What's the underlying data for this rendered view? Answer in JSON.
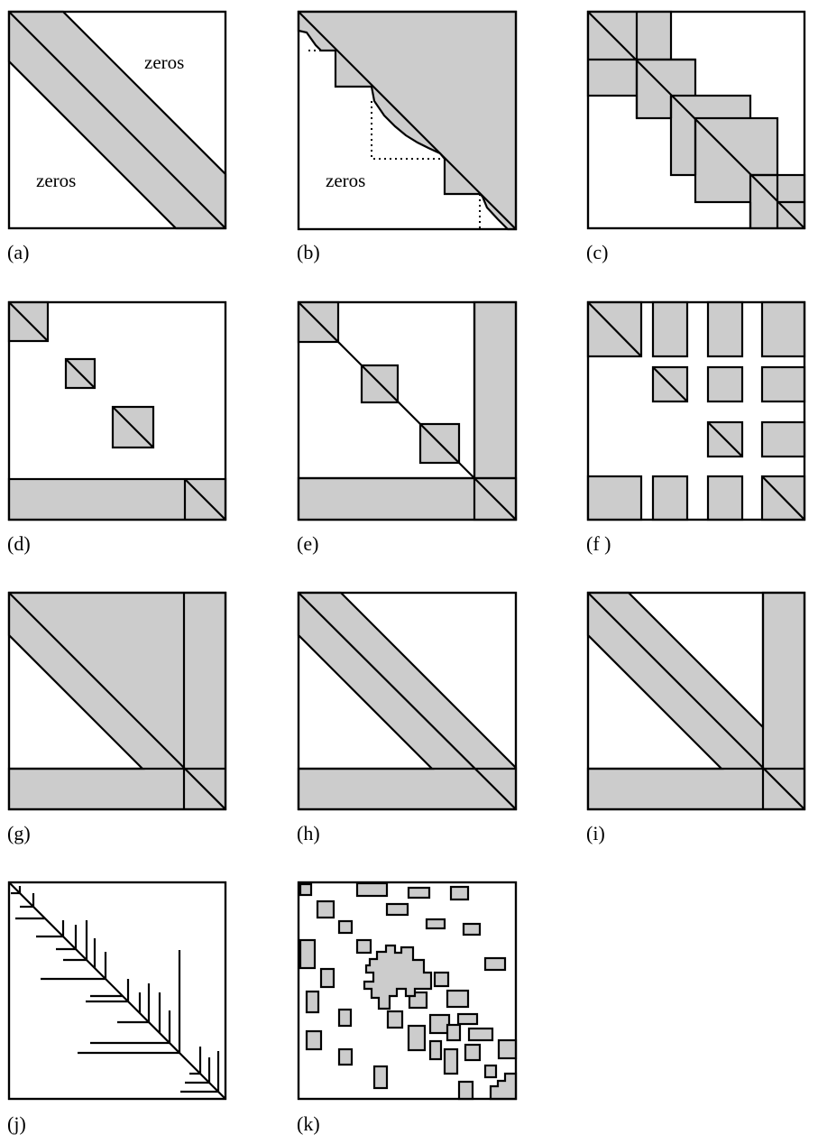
{
  "panels": [
    {
      "id": "a",
      "caption": "(a)",
      "labels": [
        "zeros",
        "zeros"
      ]
    },
    {
      "id": "b",
      "caption": "(b)",
      "labels": [
        "zeros"
      ]
    },
    {
      "id": "c",
      "caption": "(c)"
    },
    {
      "id": "d",
      "caption": "(d)"
    },
    {
      "id": "e",
      "caption": "(e)"
    },
    {
      "id": "f",
      "caption": "(f )"
    },
    {
      "id": "g",
      "caption": "(g)"
    },
    {
      "id": "h",
      "caption": "(h)"
    },
    {
      "id": "i",
      "caption": "(i)"
    },
    {
      "id": "j",
      "caption": "(j)"
    },
    {
      "id": "k",
      "caption": "(k)"
    }
  ],
  "colors": {
    "fill": "#cccccc",
    "stroke": "#000000",
    "background": "#ffffff"
  }
}
